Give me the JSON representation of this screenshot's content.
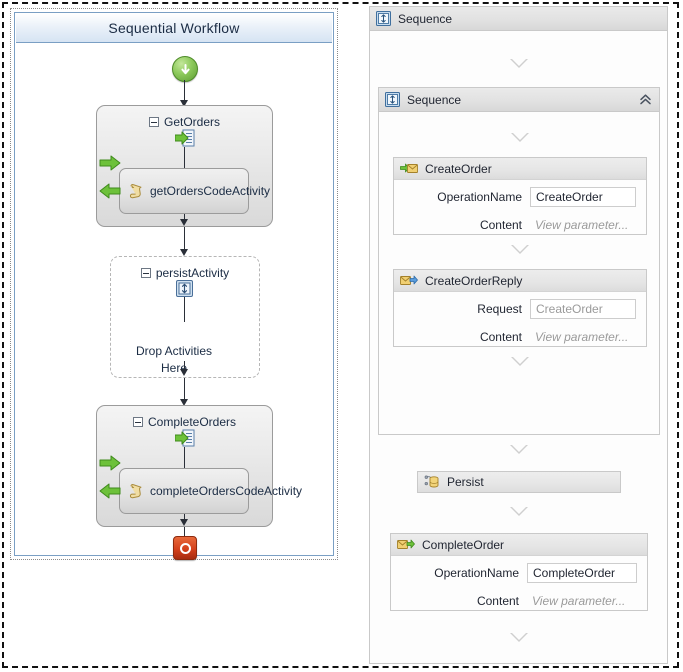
{
  "legacy_designer": {
    "title": "Sequential Workflow",
    "start_icon": "start-arrow-icon",
    "stop_icon": "stop-icon",
    "activities": [
      {
        "name": "GetOrders",
        "expander": "collapse-expander-icon",
        "type_icon": "receive-activity-icon",
        "left_arrow_icon": "green-arrow-right-icon",
        "child": {
          "label": "getOrdersCodeActivity",
          "icon": "code-activity-icon",
          "left_arrow_icon": "green-arrow-left-icon"
        }
      },
      {
        "name": "persistActivity",
        "expander": "collapse-expander-icon",
        "type_icon": "persist-activity-icon",
        "drop_hint_line1": "Drop Activities",
        "drop_hint_line2": "Here"
      },
      {
        "name": "CompleteOrders",
        "expander": "collapse-expander-icon",
        "type_icon": "receive-activity-icon",
        "left_arrow_icon": "green-arrow-right-icon",
        "child": {
          "label": "completeOrdersCodeActivity",
          "icon": "code-activity-icon",
          "left_arrow_icon": "green-arrow-left-icon"
        }
      }
    ]
  },
  "wf4_designer": {
    "outer_sequence": {
      "label": "Sequence",
      "icon": "sequence-icon"
    },
    "inner_sequence": {
      "label": "Sequence",
      "icon": "sequence-icon",
      "collapse_icon": "chevron-double-up-icon"
    },
    "create_order": {
      "label": "CreateOrder",
      "icon": "receive-message-icon",
      "fields": [
        {
          "label": "OperationName",
          "value": "CreateOrder",
          "kind": "textbox"
        },
        {
          "label": "Content",
          "value": "View parameter...",
          "kind": "link"
        }
      ]
    },
    "create_order_reply": {
      "label": "CreateOrderReply",
      "icon": "send-reply-message-icon",
      "fields": [
        {
          "label": "Request",
          "value": "CreateOrder",
          "kind": "textbox-readonly"
        },
        {
          "label": "Content",
          "value": "View parameter...",
          "kind": "link"
        }
      ]
    },
    "persist": {
      "label": "Persist",
      "icon": "persist-icon"
    },
    "complete_order": {
      "label": "CompleteOrder",
      "icon": "send-message-icon",
      "fields": [
        {
          "label": "OperationName",
          "value": "CompleteOrder",
          "kind": "textbox"
        },
        {
          "label": "Content",
          "value": "View parameter...",
          "kind": "link"
        }
      ]
    }
  },
  "colors": {
    "accent_blue": "#7a9fc4",
    "title_gradient_end": "#d6e4f3",
    "green_arrow": "#5d9c32",
    "stop_red": "#d4411c",
    "envelope_yellow": "#e8c45a",
    "panel_border": "#c9c9c9"
  }
}
